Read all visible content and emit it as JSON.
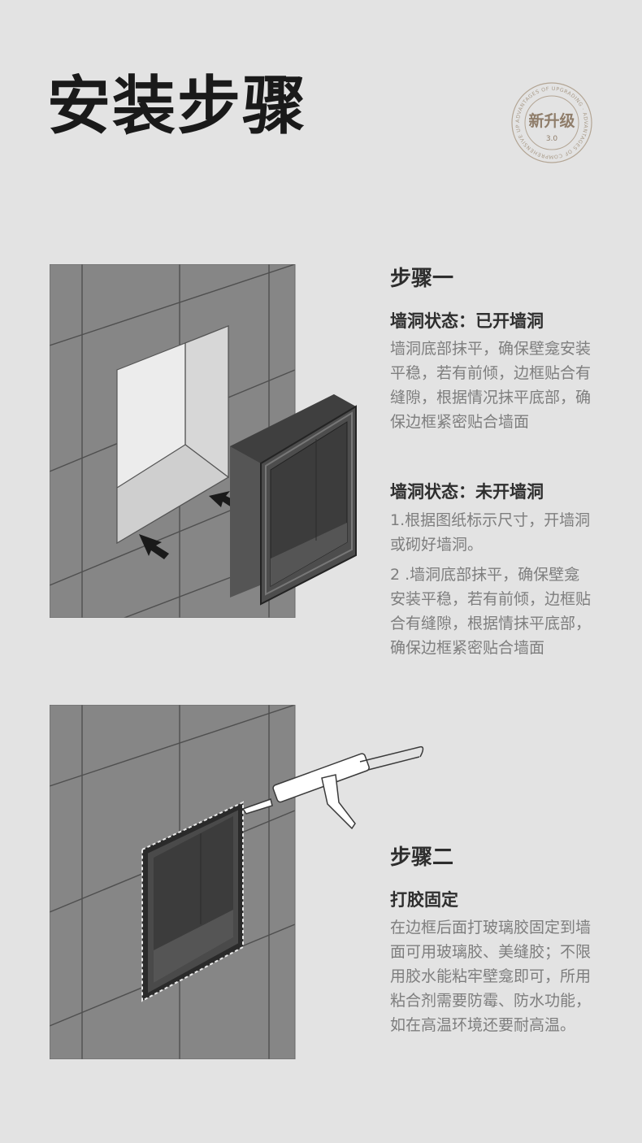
{
  "page": {
    "title": "安装步骤",
    "badge": {
      "main": "新升级",
      "version": "3.0",
      "ring_text": "ADVANTAGES OF UPGRADING · ADVANTAGES OF COMPREHENSIVE UPGRADING ·"
    }
  },
  "step1": {
    "heading": "步骤一",
    "state_open": {
      "label": "墙洞状态：已开墙洞",
      "text": "墙洞底部抹平，确保壁龛安装平稳，若有前倾，边框贴合有缝隙，根据情况抹平底部，确保边框紧密贴合墙面"
    },
    "state_closed": {
      "label": "墙洞状态：未开墙洞",
      "item1": "1.根据图纸标示尺寸，开墙洞或砌好墙洞。",
      "item2": "2 .墙洞底部抹平，确保壁龛安装平稳，若有前倾，边框贴合有缝隙，根据情抹平底部，确保边框紧密贴合墙面"
    }
  },
  "step2": {
    "heading": "步骤二",
    "label": "打胶固定",
    "text": "在边框后面打玻璃胶固定到墙面可用玻璃胶、美缝胶；不限用胶水能粘牢壁龛即可，所用粘合剂需要防霉、防水功能，如在高温环境还要耐高温。"
  },
  "colors": {
    "background": "#e3e3e3",
    "wall": "#858585",
    "niche_dark": "#4a4a4a",
    "badge_brown": "#9a8a7a"
  }
}
